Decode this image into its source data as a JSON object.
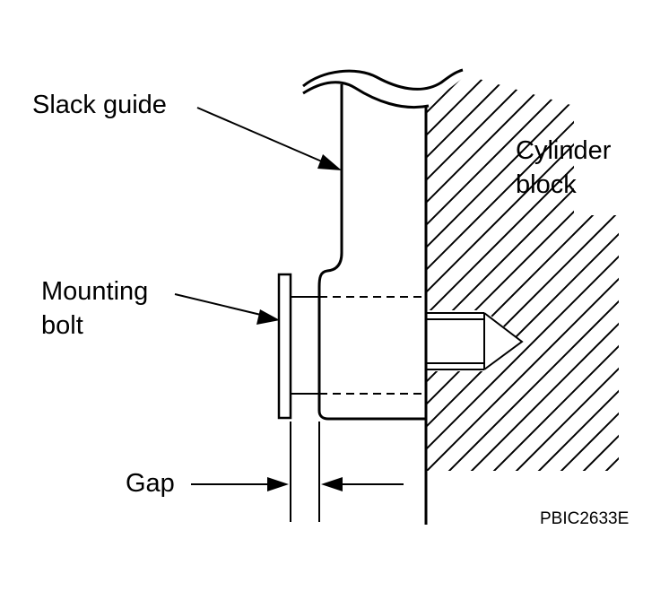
{
  "labels": {
    "slack_guide": "Slack guide",
    "cylinder_block_line1": "Cylinder",
    "cylinder_block_line2": "block",
    "mounting_bolt_line1": "Mounting",
    "mounting_bolt_line2": "bolt",
    "gap": "Gap"
  },
  "figure_code": "PBIC2633E"
}
